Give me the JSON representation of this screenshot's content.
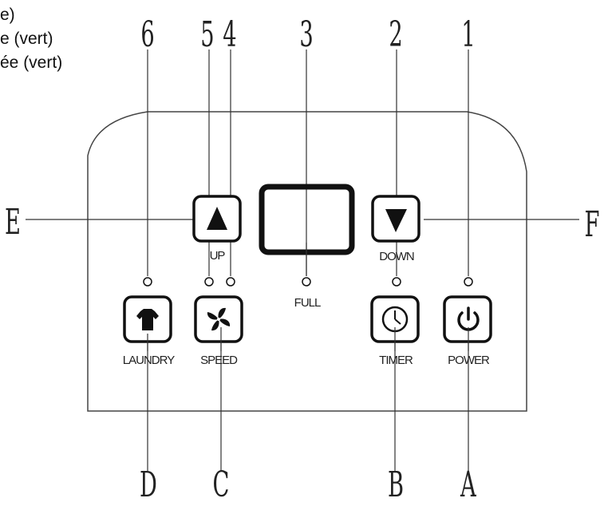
{
  "caption_lines": [
    "e)",
    "e (vert)",
    "ée (vert)"
  ],
  "callout_numbers": [
    "6",
    "5",
    "4",
    "3",
    "2",
    "1"
  ],
  "callout_letters": {
    "left": "E",
    "right": "F",
    "bottom": [
      "D",
      "C",
      "B",
      "A"
    ]
  },
  "buttons": {
    "up": "UP",
    "down": "DOWN",
    "laundry": "LAUNDRY",
    "speed": "SPEED",
    "timer": "TIMER",
    "power": "POWER"
  },
  "indicators": {
    "full": "FULL"
  },
  "icons": {
    "up": "triangle-up-icon",
    "down": "triangle-down-icon",
    "laundry": "shirt-icon",
    "speed": "fan-icon",
    "timer": "clock-icon",
    "power": "power-icon"
  }
}
